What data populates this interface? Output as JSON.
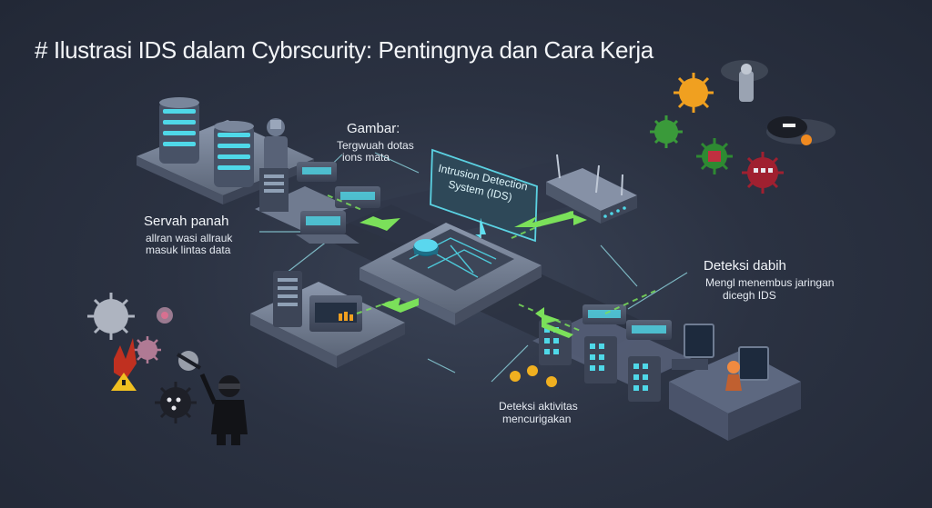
{
  "title": "# Ilustrasi IDS dalam Cybrscurity: Pentingnya dan Cara Kerja",
  "labels": {
    "gambar": {
      "heading": "Gambar:",
      "line1": "Tergwuah dotas",
      "line2": "ions mata"
    },
    "servah": {
      "heading": "Servah panah",
      "line1": "allran wasi allrauk",
      "line2": "masuk lintas data"
    },
    "ids": {
      "line1": "Intrusion Detection",
      "line2": "System (IDS)"
    },
    "deteksi_dabih": {
      "heading": "Deteksi dabih",
      "line1": "Mengl menembus jaringan",
      "line2": "dicegh IDS"
    },
    "deteksi_aktivitas": {
      "line1": "Deteksi aktivitas",
      "line2": "mencurigakan"
    }
  },
  "colors": {
    "background": "#262d3b",
    "flow_arrow": "#7be05a",
    "cyan_glow": "#4fd8e8",
    "virus_orange": "#f0a020",
    "virus_red": "#b02030",
    "virus_green": "#3a9a3a"
  },
  "icons": [
    "server-icon",
    "network-switch-icon",
    "router-icon",
    "workstation-icon",
    "virus-icon",
    "hacker-icon",
    "ids-core-icon"
  ]
}
